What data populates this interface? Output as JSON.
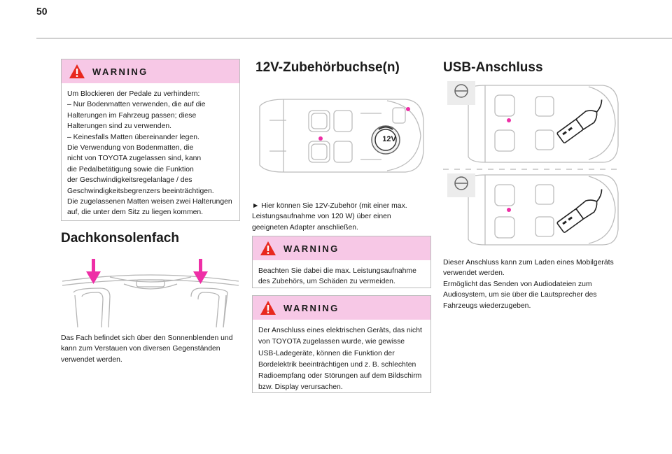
{
  "page": {
    "number": "50"
  },
  "col1": {
    "warning": {
      "title": "WARNING",
      "lines": [
        "Um Blockieren der Pedale zu verhindern:",
        "–  Nur Bodenmatten verwenden, die auf die",
        "Halterungen im Fahrzeug passen; diese",
        "Halterungen sind zu verwenden.",
        "–  Keinesfalls Matten übereinander legen.",
        "Die Verwendung von Bodenmatten, die",
        "nicht von TOYOTA zugelassen sind, kann",
        "die Pedalbetätigung sowie die Funktion",
        "der Geschwindigkeitsregelanlage / des",
        "Geschwindigkeitsbegrenzers beeinträchtigen.",
        "Die zugelassenen Matten weisen zwei Halterungen",
        "auf, die unter dem Sitz zu liegen kommen."
      ]
    },
    "heading": "Dachkonsolenfach",
    "text_lines": [
      "Das Fach befindet sich über den Sonnenblenden und",
      "kann zum Verstauen von diversen Gegenständen",
      "verwendet werden."
    ]
  },
  "col2": {
    "heading": "12V-Zubehörbuchse(n)",
    "socket_label": "12V",
    "text_lines": [
      "►  Hier können Sie 12V-Zubehör (mit einer max.",
      "Leistungsaufnahme von 120 W) über einen",
      "geeigneten Adapter anschließen."
    ],
    "warning1": {
      "title": "WARNING",
      "lines": [
        "Beachten Sie dabei die max. Leistungsaufnahme",
        "des Zubehörs, um Schäden zu vermeiden."
      ]
    },
    "warning2": {
      "title": "WARNING",
      "lines": [
        "Der Anschluss eines elektrischen Geräts, das nicht",
        "von TOYOTA zugelassen wurde, wie gewisse",
        "USB-Ladegeräte, können die Funktion der",
        "Bordelektrik beeinträchtigen und z. B. schlechten",
        "Radioempfang oder Störungen auf dem Bildschirm",
        "bzw. Display verursachen."
      ]
    }
  },
  "col3": {
    "heading": "USB-Anschluss",
    "text_lines": [
      "Dieser Anschluss kann zum Laden eines Mobilgeräts",
      "verwendet werden.",
      "Ermöglicht das Senden von Audiodateien zum",
      "Audiosystem, um sie über die Lautsprecher des",
      "Fahrzeugs wiederzugeben."
    ]
  },
  "colors": {
    "accent_pink": "#ee2fa6",
    "warning_band": "#f7c8e6"
  }
}
